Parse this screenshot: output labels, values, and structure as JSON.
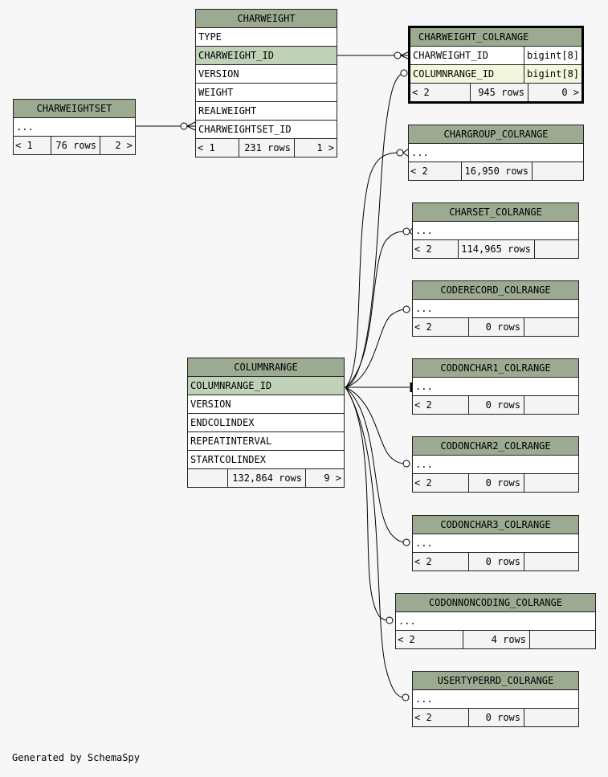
{
  "tables": {
    "charweight": {
      "name": "CHARWEIGHT",
      "columns": [
        "TYPE",
        "CHARWEIGHT_ID",
        "VERSION",
        "WEIGHT",
        "REALWEIGHT",
        "CHARWEIGHTSET_ID"
      ],
      "footer": {
        "parents": "< 1",
        "rows": "231 rows",
        "children": "1 >"
      }
    },
    "charweightset": {
      "name": "CHARWEIGHTSET",
      "columns": [
        "..."
      ],
      "footer": {
        "parents": "< 1",
        "rows": "76 rows",
        "children": "2 >"
      }
    },
    "charweight_colrange": {
      "name": "CHARWEIGHT_COLRANGE",
      "columns": [
        {
          "name": "CHARWEIGHT_ID",
          "type": "bigint[8]"
        },
        {
          "name": "COLUMNRANGE_ID",
          "type": "bigint[8]"
        }
      ],
      "footer": {
        "parents": "< 2",
        "rows": "945 rows",
        "children": "0 >"
      }
    },
    "chargroup_colrange": {
      "name": "CHARGROUP_COLRANGE",
      "columns": [
        "..."
      ],
      "footer": {
        "parents": "< 2",
        "rows": "16,950 rows",
        "children": ""
      }
    },
    "charset_colrange": {
      "name": "CHARSET_COLRANGE",
      "columns": [
        "..."
      ],
      "footer": {
        "parents": "< 2",
        "rows": "114,965 rows",
        "children": ""
      }
    },
    "coderecord_colrange": {
      "name": "CODERECORD_COLRANGE",
      "columns": [
        "..."
      ],
      "footer": {
        "parents": "< 2",
        "rows": "0 rows",
        "children": ""
      }
    },
    "codonchar1_colrange": {
      "name": "CODONCHAR1_COLRANGE",
      "columns": [
        "..."
      ],
      "footer": {
        "parents": "< 2",
        "rows": "0 rows",
        "children": ""
      }
    },
    "codonchar2_colrange": {
      "name": "CODONCHAR2_COLRANGE",
      "columns": [
        "..."
      ],
      "footer": {
        "parents": "< 2",
        "rows": "0 rows",
        "children": ""
      }
    },
    "codonchar3_colrange": {
      "name": "CODONCHAR3_COLRANGE",
      "columns": [
        "..."
      ],
      "footer": {
        "parents": "< 2",
        "rows": "0 rows",
        "children": ""
      }
    },
    "codonnoncoding_colrange": {
      "name": "CODONNONCODING_COLRANGE",
      "columns": [
        "..."
      ],
      "footer": {
        "parents": "< 2",
        "rows": "4 rows",
        "children": ""
      }
    },
    "usertyperrd_colrange": {
      "name": "USERTYPERRD_COLRANGE",
      "columns": [
        "..."
      ],
      "footer": {
        "parents": "< 2",
        "rows": "0 rows",
        "children": ""
      }
    },
    "columnrange": {
      "name": "COLUMNRANGE",
      "columns": [
        "COLUMNRANGE_ID",
        "VERSION",
        "ENDCOLINDEX",
        "REPEATINTERVAL",
        "STARTCOLINDEX"
      ],
      "footer": {
        "parents": "",
        "rows": "132,864 rows",
        "children": "9 >"
      }
    }
  },
  "credit": "Generated by SchemaSpy"
}
